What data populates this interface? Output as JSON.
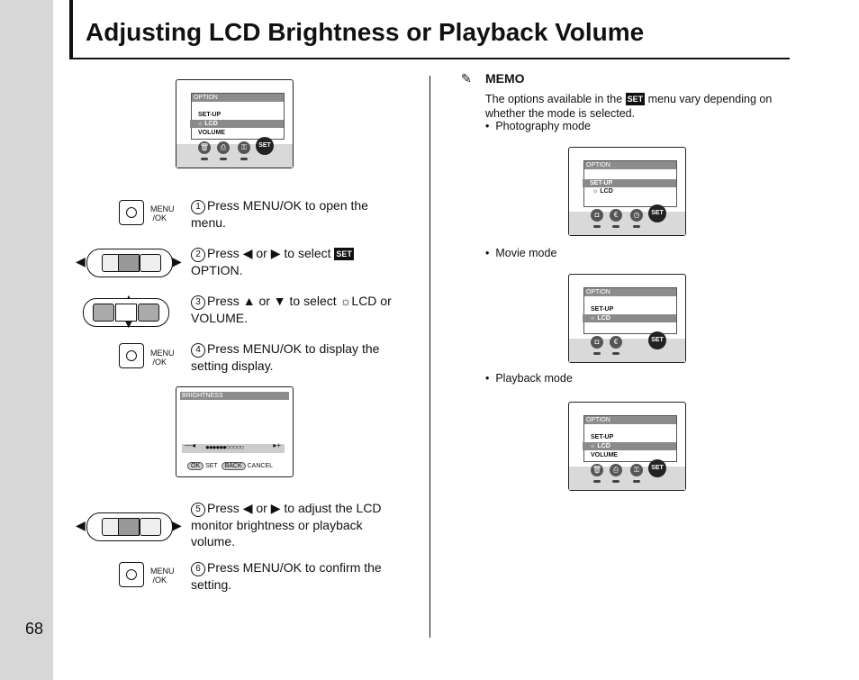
{
  "page": {
    "number": "68",
    "title": "Adjusting LCD Brightness or Playback Volume"
  },
  "lcd_common": {
    "option": "OPTION",
    "setup": "SET-UP",
    "lcd": "LCD",
    "volume": "VOLUME",
    "set_icon": "SET"
  },
  "steps": [
    {
      "num": "1",
      "text": "Press MENU/OK to open the menu."
    },
    {
      "num": "2",
      "pre": "Press",
      "left_arrow": "◀",
      "or": "or",
      "right_arrow": "▶",
      "mid": "to select",
      "set": "SET",
      "post": "OPTION."
    },
    {
      "num": "3",
      "pre": "Press",
      "up_arrow": "▲",
      "or": "or",
      "down_arrow": "▼",
      "mid": "to select",
      "sun": "☼",
      "post": "LCD or VOLUME."
    },
    {
      "num": "4",
      "text": "Press MENU/OK to display the setting display."
    },
    {
      "num": "5",
      "pre": "Press",
      "left_arrow": "◀",
      "or": "or",
      "right_arrow": "▶",
      "post": "to adjust the LCD monitor brightness or playback volume."
    },
    {
      "num": "6",
      "text": "Press MENU/OK to confirm the setting."
    }
  ],
  "menu_button": {
    "line1": "MENU",
    "line2": "/OK"
  },
  "brightness": {
    "title": "BRIGHTNESS",
    "ok": "OK",
    "set": "SET",
    "back": "BACK",
    "cancel": "CANCEL",
    "level": 0.55
  },
  "memo": {
    "title": "MEMO",
    "text_pre": "The options available in the",
    "set": "SET",
    "text_post": "menu vary depending on whether the mode is selected.",
    "bullets": [
      "Photography mode",
      "Movie mode",
      "Playback mode"
    ]
  }
}
